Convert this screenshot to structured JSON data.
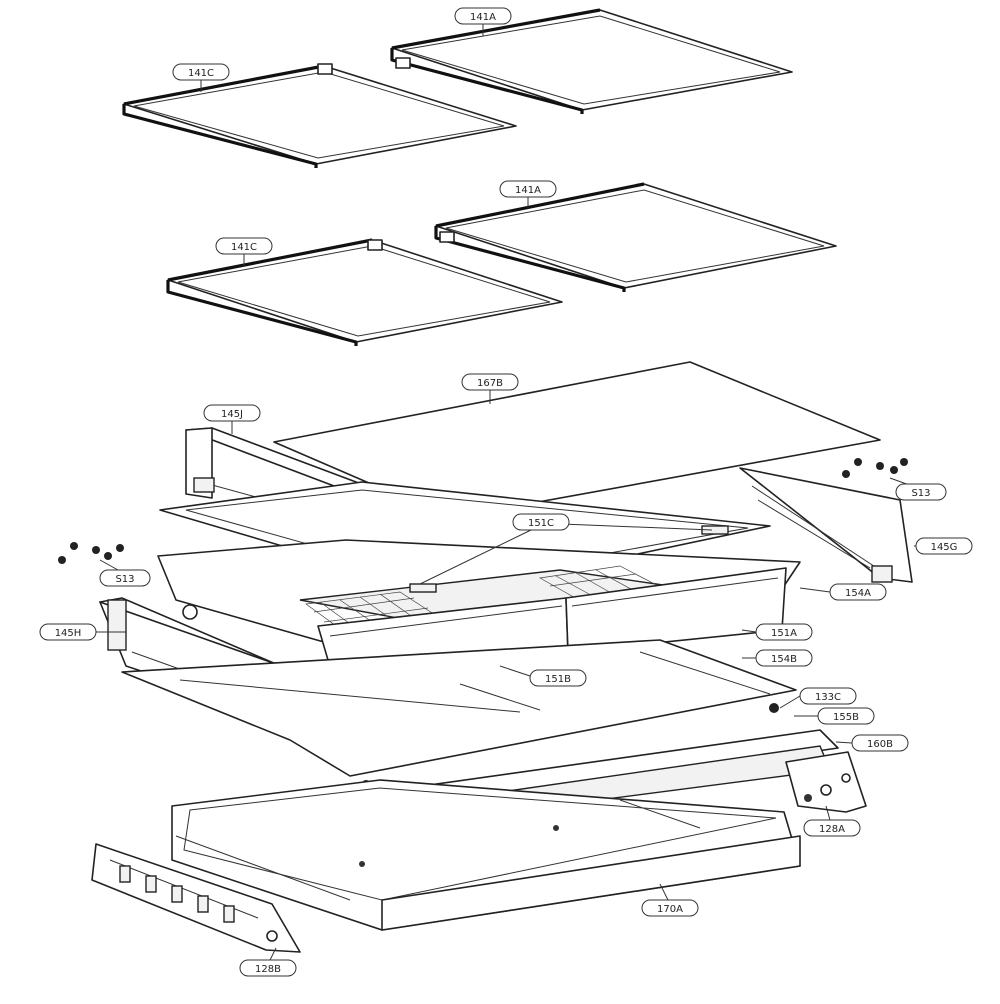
{
  "diagram": {
    "callouts": [
      {
        "id": "c1",
        "label": "141A"
      },
      {
        "id": "c2",
        "label": "141C"
      },
      {
        "id": "c3",
        "label": "141A"
      },
      {
        "id": "c4",
        "label": "141C"
      },
      {
        "id": "c5",
        "label": "167B"
      },
      {
        "id": "c6",
        "label": "145J"
      },
      {
        "id": "c7",
        "label": "S13"
      },
      {
        "id": "c8",
        "label": "151C"
      },
      {
        "id": "c9",
        "label": "145G"
      },
      {
        "id": "c10",
        "label": "S13"
      },
      {
        "id": "c11",
        "label": "154A"
      },
      {
        "id": "c12",
        "label": "145H"
      },
      {
        "id": "c13",
        "label": "151A"
      },
      {
        "id": "c14",
        "label": "154B"
      },
      {
        "id": "c15",
        "label": "151B"
      },
      {
        "id": "c16",
        "label": "133C"
      },
      {
        "id": "c17",
        "label": "155B"
      },
      {
        "id": "c18",
        "label": "160B"
      },
      {
        "id": "c19",
        "label": "128A"
      },
      {
        "id": "c20",
        "label": "170A"
      },
      {
        "id": "c21",
        "label": "128B"
      }
    ]
  }
}
